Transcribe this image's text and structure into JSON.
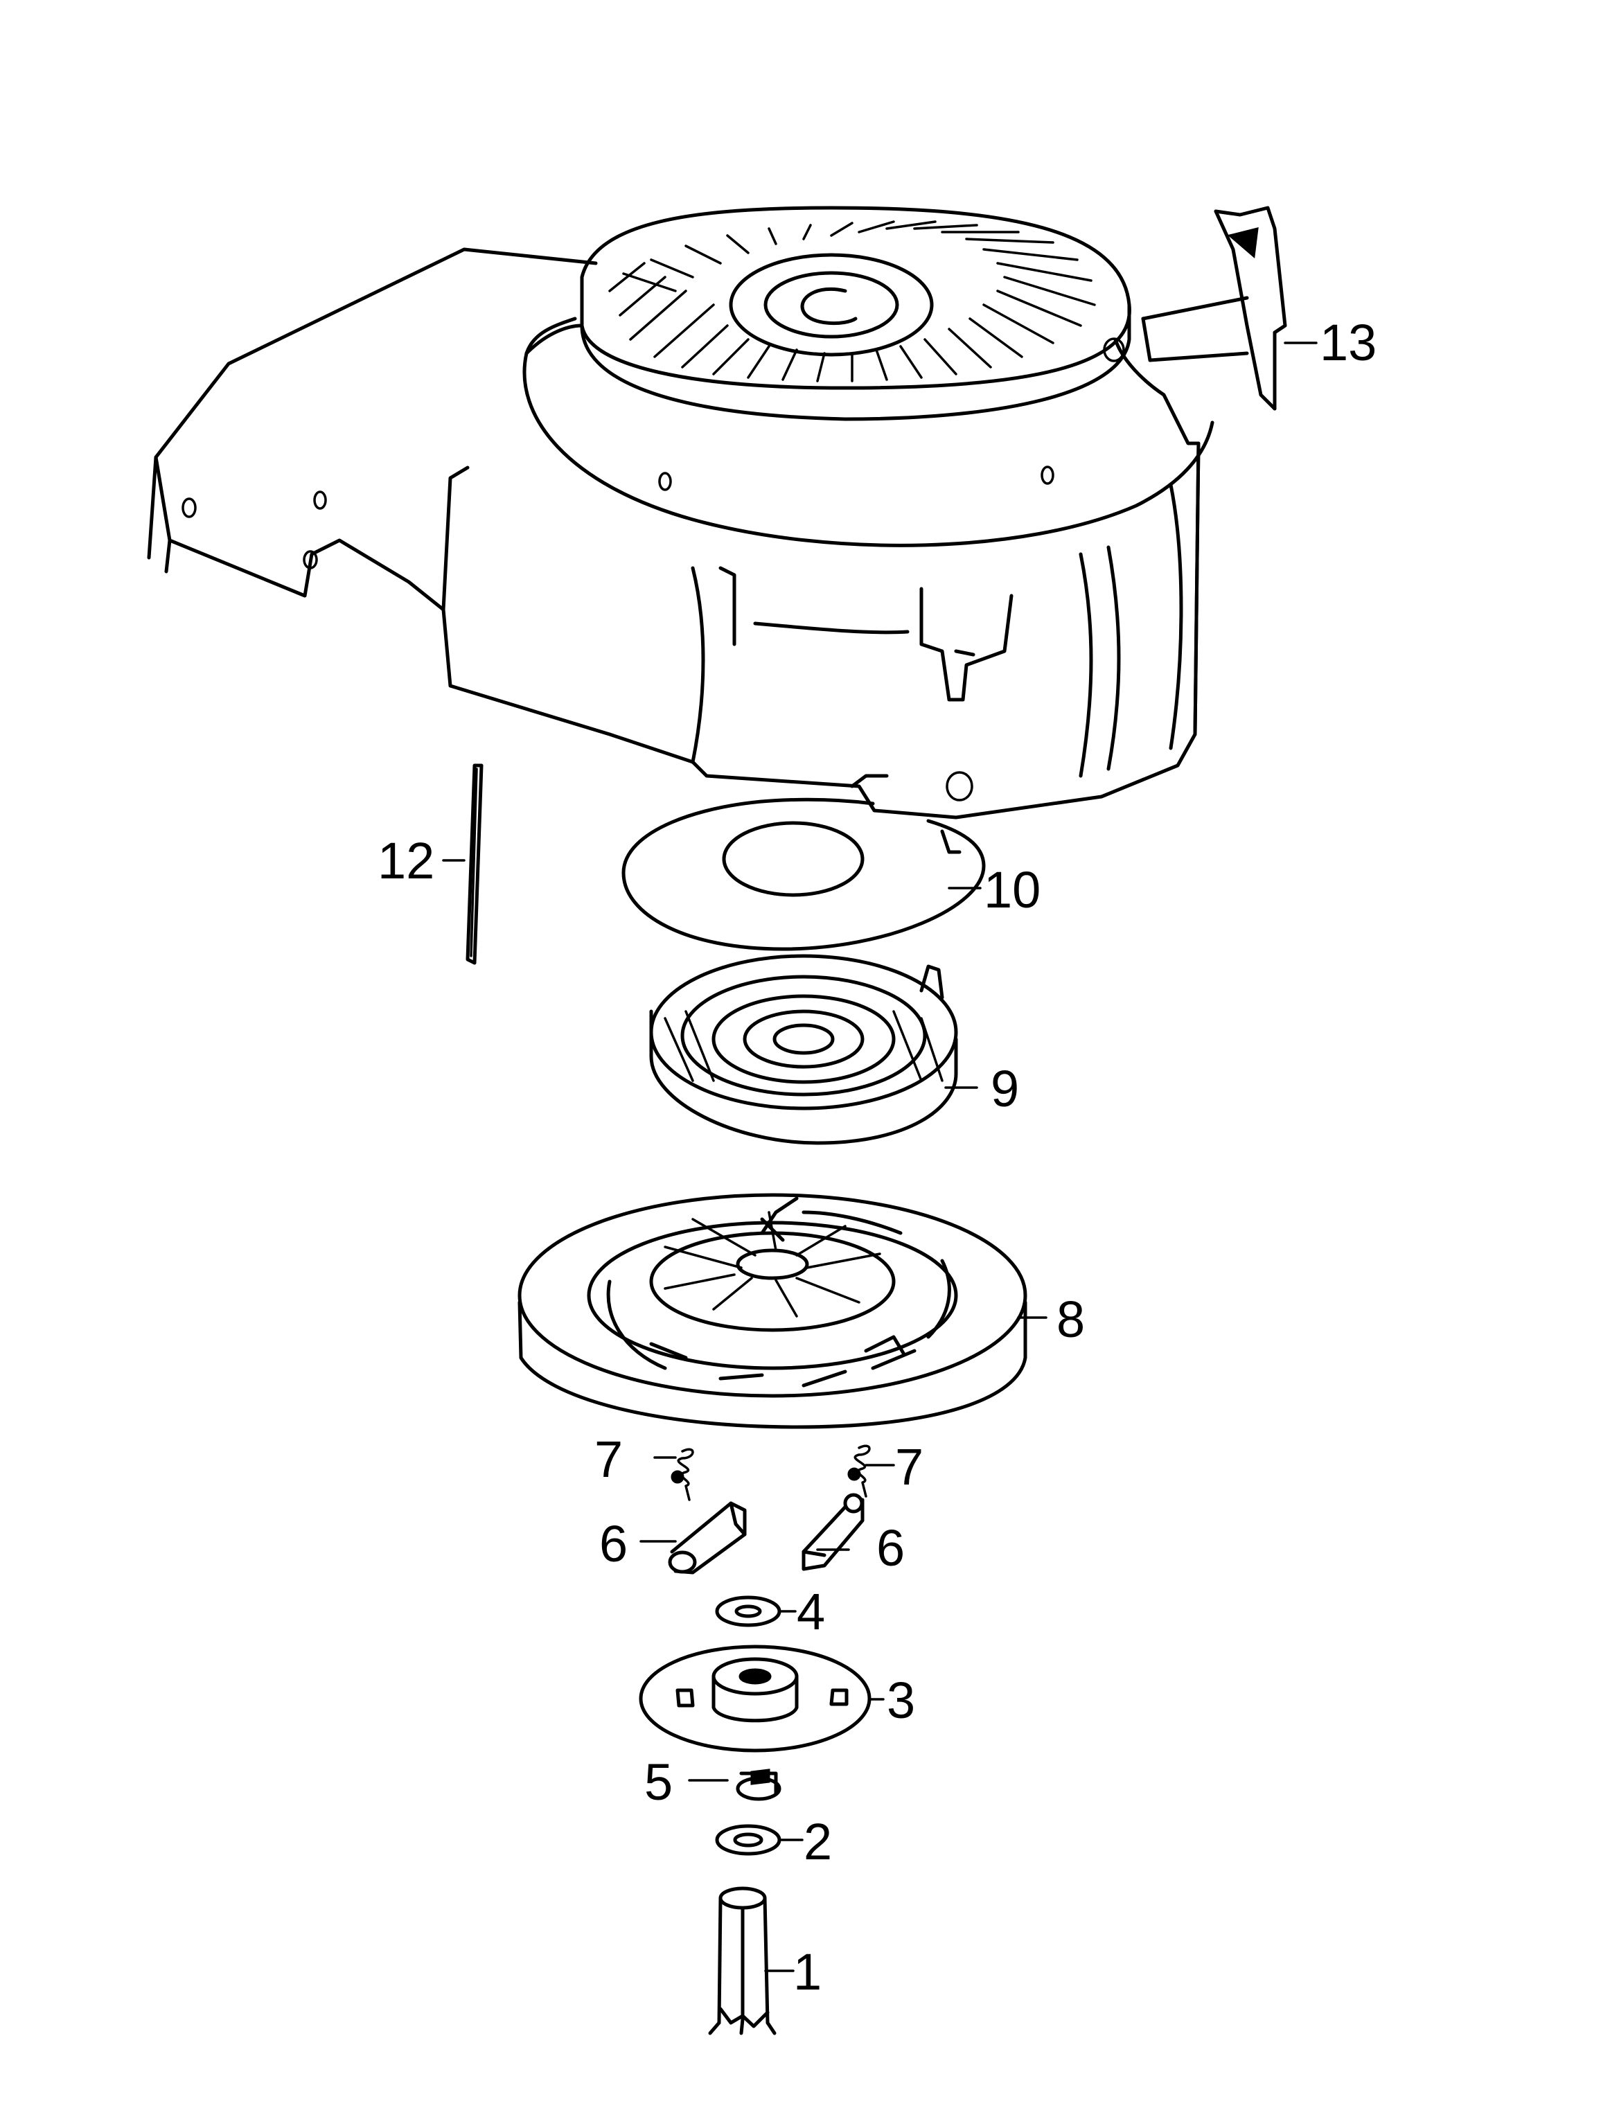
{
  "callouts": [
    {
      "id": "1",
      "label": "1"
    },
    {
      "id": "2",
      "label": "2"
    },
    {
      "id": "3",
      "label": "3"
    },
    {
      "id": "4",
      "label": "4"
    },
    {
      "id": "5",
      "label": "5"
    },
    {
      "id": "6a",
      "label": "6"
    },
    {
      "id": "6b",
      "label": "6"
    },
    {
      "id": "7a",
      "label": "7"
    },
    {
      "id": "7b",
      "label": "7"
    },
    {
      "id": "8",
      "label": "8"
    },
    {
      "id": "9",
      "label": "9"
    },
    {
      "id": "10",
      "label": "10"
    },
    {
      "id": "12",
      "label": "12"
    },
    {
      "id": "13",
      "label": "13"
    }
  ]
}
